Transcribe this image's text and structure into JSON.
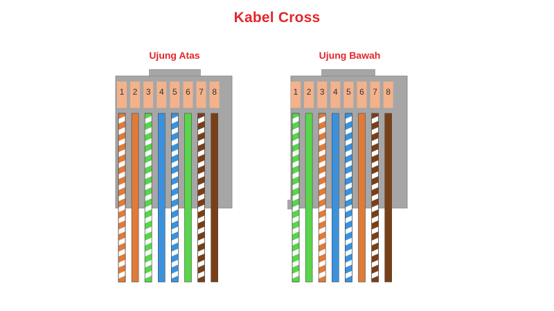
{
  "title": "Kabel Cross",
  "connectors": [
    {
      "label": "Ujung Atas",
      "pins": [
        {
          "number": "1",
          "stripe": "#ffffff",
          "base": "#e07b39",
          "striped": true
        },
        {
          "number": "2",
          "stripe": "#e07b39",
          "base": "#e07b39",
          "striped": false
        },
        {
          "number": "3",
          "stripe": "#ffffff",
          "base": "#57d649",
          "striped": true
        },
        {
          "number": "4",
          "stripe": "#3a92dd",
          "base": "#3a92dd",
          "striped": false
        },
        {
          "number": "5",
          "stripe": "#ffffff",
          "base": "#3a92dd",
          "striped": true
        },
        {
          "number": "6",
          "stripe": "#57d649",
          "base": "#57d649",
          "striped": false
        },
        {
          "number": "7",
          "stripe": "#ffffff",
          "base": "#7a3f17",
          "striped": true
        },
        {
          "number": "8",
          "stripe": "#7a3f17",
          "base": "#7a3f17",
          "striped": false
        }
      ]
    },
    {
      "label": "Ujung Bawah",
      "pins": [
        {
          "number": "1",
          "stripe": "#ffffff",
          "base": "#57d649",
          "striped": true
        },
        {
          "number": "2",
          "stripe": "#57d649",
          "base": "#57d649",
          "striped": false
        },
        {
          "number": "3",
          "stripe": "#ffffff",
          "base": "#e07b39",
          "striped": true
        },
        {
          "number": "4",
          "stripe": "#3a92dd",
          "base": "#3a92dd",
          "striped": false
        },
        {
          "number": "5",
          "stripe": "#ffffff",
          "base": "#3a92dd",
          "striped": true
        },
        {
          "number": "6",
          "stripe": "#e07b39",
          "base": "#e07b39",
          "striped": false
        },
        {
          "number": "7",
          "stripe": "#ffffff",
          "base": "#7a3f17",
          "striped": true
        },
        {
          "number": "8",
          "stripe": "#7a3f17",
          "base": "#7a3f17",
          "striped": false
        }
      ]
    }
  ],
  "colors": {
    "title": "#e3262b",
    "pin_slot": "#f3b28c",
    "housing": "#a6a6a6",
    "housing_edge": "#8c8c8c"
  }
}
